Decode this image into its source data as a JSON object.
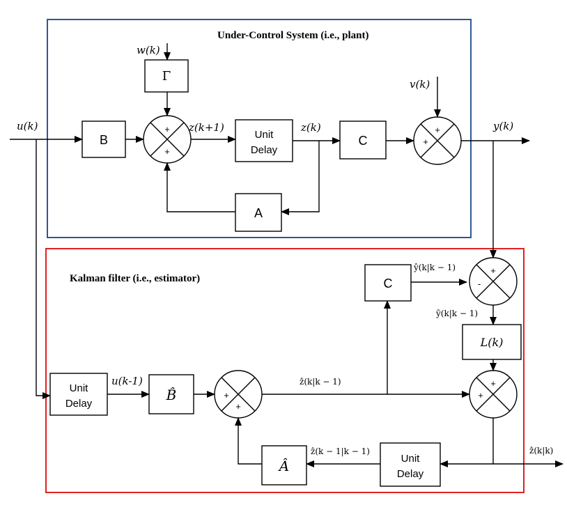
{
  "plant": {
    "title": "Under-Control System (i.e., plant)",
    "border_color": "#2f5597",
    "blocks": {
      "B": "B",
      "Gamma": "Γ",
      "unit_delay_line1": "Unit",
      "unit_delay_line2": "Delay",
      "C": "C",
      "A": "A"
    },
    "signals": {
      "input": "u(k)",
      "process_noise": "w(k)",
      "next_state": "z(k+1)",
      "state": "z(k)",
      "measurement_noise": "v(k)",
      "output": "y(k)"
    }
  },
  "estimator": {
    "title": "Kalman filter (i.e., estimator)",
    "border_color": "#e02020",
    "blocks": {
      "unit_delay_input_line1": "Unit",
      "unit_delay_input_line2": "Delay",
      "B_hat": "B̂",
      "A_hat": "Â",
      "C": "C",
      "L": "L(k)",
      "unit_delay_state_line1": "Unit",
      "unit_delay_state_line2": "Delay"
    },
    "signals": {
      "delayed_input": "u(k-1)",
      "predicted_output": "ŷ(k|k − 1)",
      "innovation": "ỹ(k|k − 1)",
      "predicted_state": "ẑ(k|k − 1)",
      "previous_estimate": "ẑ(k − 1|k − 1)",
      "estimate": "ẑ(k|k)"
    }
  },
  "signs": {
    "plus": "+",
    "minus": "-"
  }
}
